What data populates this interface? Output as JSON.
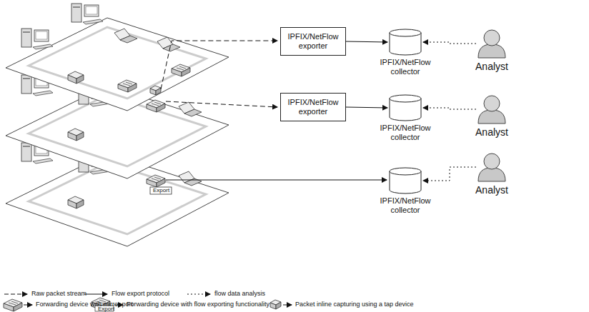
{
  "diagram": {
    "nodes": [
      {
        "text": [
          "IPFIX/NetFlow exporter"
        ]
      },
      {
        "text": [
          "IPFIX/NetFlow exporter"
        ]
      },
      {
        "text": [
          "IPFIX/NetFlow collector"
        ]
      },
      {
        "text": [
          "IPFIX/NetFlow collector"
        ]
      },
      {
        "text": [
          "IPFIX/NetFlow collector"
        ]
      },
      {
        "text": [
          "Analyst"
        ]
      },
      {
        "text": [
          "Analyst"
        ]
      },
      {
        "text": [
          "Analyst"
        ]
      }
    ],
    "edges": [
      {
        "from": 0,
        "to": 2,
        "arrow": "to"
      },
      {
        "from": 1,
        "to": 3,
        "arrow": "to"
      },
      {
        "from": 5,
        "to": 2,
        "arrow": "to"
      },
      {
        "from": 6,
        "to": 3,
        "arrow": "to"
      },
      {
        "from": 7,
        "to": 4,
        "arrow": "to"
      }
    ],
    "labels": [
      "Export",
      "Export"
    ],
    "legend": [
      {
        "text": "Raw packet stream"
      },
      {
        "text": "Flow export protocol"
      },
      {
        "text": "flow data analysis"
      },
      {
        "text": "Forwarding device with mirror port"
      },
      {
        "text": "Forwarding device with flow exporting functionality"
      },
      {
        "text": "Packet inline capturing using a tap device"
      }
    ]
  }
}
